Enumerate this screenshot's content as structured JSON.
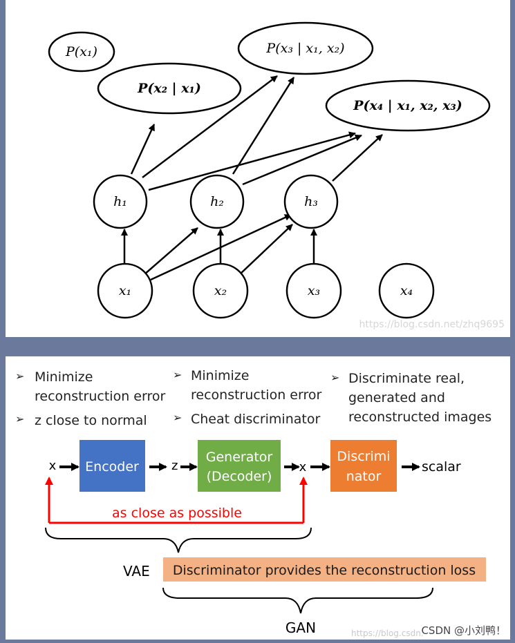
{
  "top_diagram": {
    "nodes": {
      "px1": "P(x₁)",
      "px2": "P(x₂ | x₁)",
      "px3": "P(x₃ | x₁, x₂)",
      "px4": "P(x₄ | x₁, x₂, x₃)",
      "h1": "h₁",
      "h2": "h₂",
      "h3": "h₃",
      "x1": "x₁",
      "x2": "x₂",
      "x3": "x₃",
      "x4": "x₄"
    },
    "watermark": "https://blog.csdn.net/zhq9695"
  },
  "bottom_diagram": {
    "bullets": {
      "col1": [
        "Minimize reconstruction error",
        "z close to normal"
      ],
      "col1_line1": "Minimize",
      "col1_line2": "reconstruction error",
      "col1_b2": "z close to normal",
      "col2_line1": "Minimize",
      "col2_line2": "reconstruction error",
      "col2_b2": "Cheat discriminator",
      "col3_line1": "Discriminate real,",
      "col3_line2": "generated and",
      "col3_line3": "reconstructed images"
    },
    "bullet_symbol": "➢",
    "x_in": "x",
    "encoder": "Encoder",
    "z": "z",
    "generator_line1": "Generator",
    "generator_line2": "(Decoder)",
    "x_out": "x",
    "discriminator_line1": "Discrimi",
    "discriminator_line2": "nator",
    "scalar": "scalar",
    "as_close": "as close as possible",
    "vae": "VAE",
    "provides": "Discriminator provides the reconstruction loss",
    "gan": "GAN",
    "footer_wm": "https://blog.csdn.",
    "footer_csdn": "CSDN @小刘鸭！",
    "colors": {
      "encoder": "#4472c4",
      "generator": "#70ad47",
      "discriminator": "#ed7d31",
      "provides": "#f4b183",
      "red": "#ff0000"
    }
  }
}
